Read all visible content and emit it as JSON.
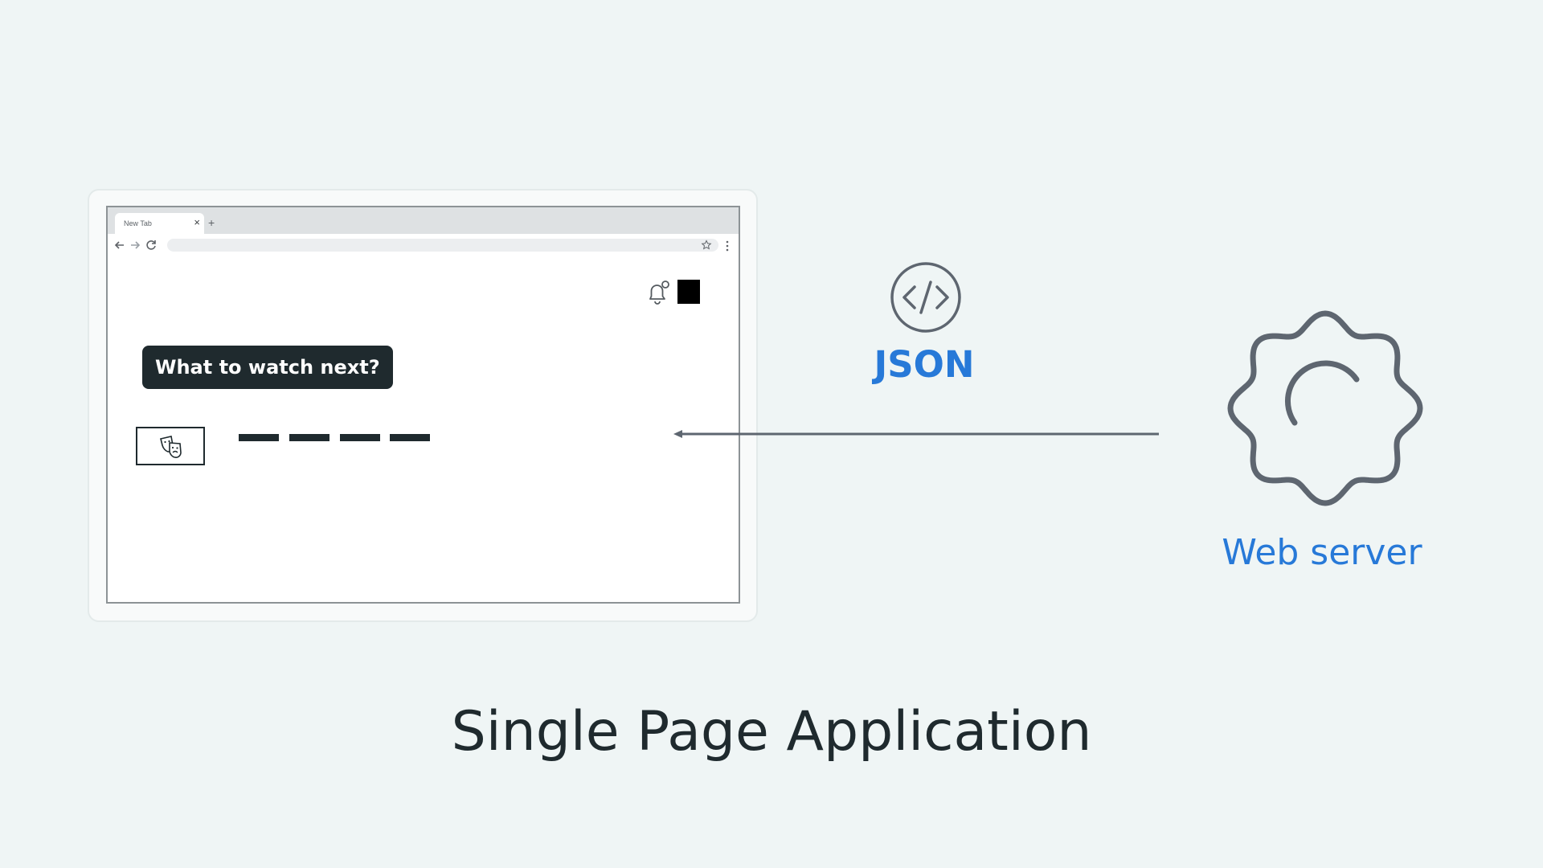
{
  "browser": {
    "tab_title": "New Tab",
    "tab_close": "×",
    "tab_new": "+",
    "icons": [
      "back-arrow-icon",
      "forward-arrow-icon",
      "reload-icon",
      "star-icon",
      "menu-icon",
      "bell-icon",
      "masks-icon"
    ]
  },
  "app": {
    "prompt": "What to watch next?"
  },
  "diagram": {
    "payload_label": "JSON",
    "server_label": "Web server",
    "title": "Single Page Application"
  },
  "colors": {
    "background": "#eff5f5",
    "accent": "#2779d8",
    "dark": "#1f2a2e",
    "icon_gray": "#5e6670"
  }
}
